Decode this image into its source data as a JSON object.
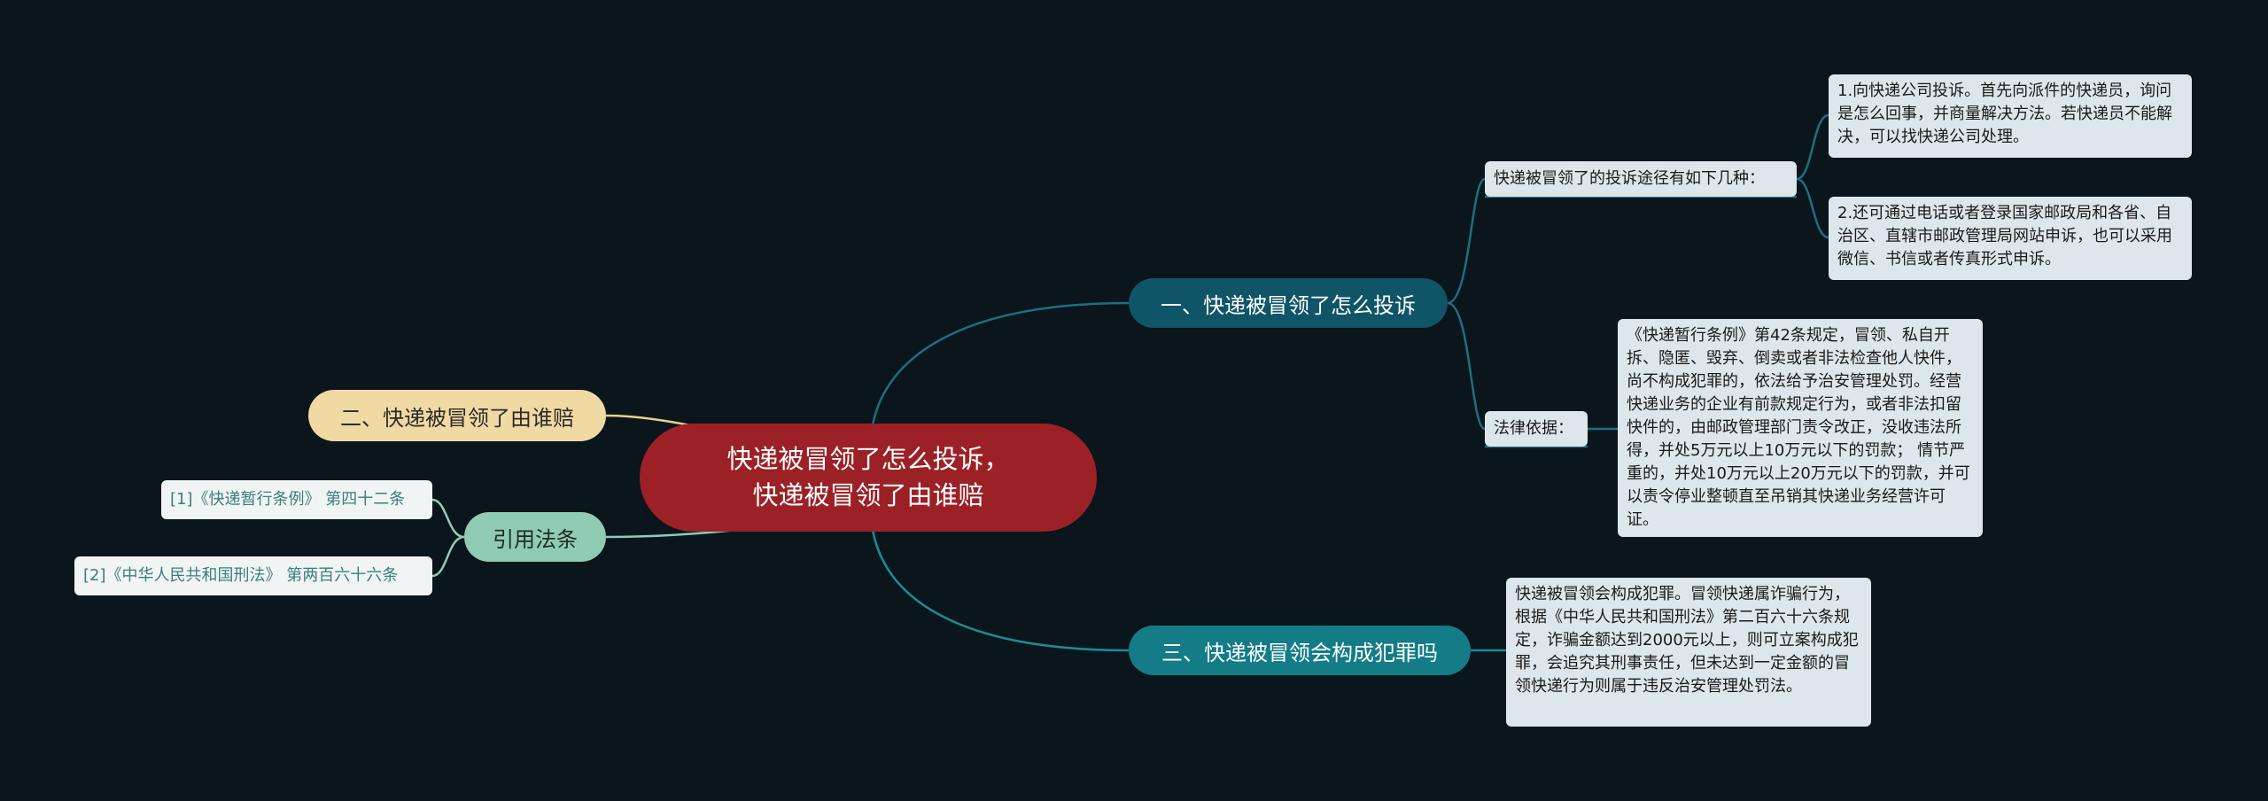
{
  "root": {
    "line1": "快递被冒领了怎么投诉，",
    "line2": "快递被冒领了由谁赔"
  },
  "branch1": {
    "label": "一、快递被冒领了怎么投诉",
    "child1": {
      "label": "快递被冒领了的投诉途径有如下几种：",
      "items": [
        "1.向快递公司投诉。首先向派件的快递员，询问是怎么回事，并商量解决方法。若快递员不能解决，可以找快递公司处理。",
        "2.还可通过电话或者登录国家邮政局和各省、自治区、直辖市邮政管理局网站申诉，也可以采用微信、书信或者传真形式申诉。"
      ]
    },
    "child2": {
      "label": "法律依据：",
      "text": "《快递暂行条例》第42条规定，冒领、私自开拆、隐匿、毁弃、倒卖或者非法检查他人快件，尚不构成犯罪的，依法给予治安管理处罚。经营快递业务的企业有前款规定行为，或者非法扣留快件的，由邮政管理部门责令改正，没收违法所得，并处5万元以上10万元以下的罚款； 情节严重的，并处10万元以上20万元以下的罚款，并可以责令停业整顿直至吊销其快递业务经营许可证。"
    }
  },
  "branch2": {
    "label": "二、快递被冒领了由谁赔"
  },
  "branch3": {
    "label": "三、快递被冒领会构成犯罪吗",
    "text": "快递被冒领会构成犯罪。冒领快递属诈骗行为，根据《中华人民共和国刑法》第二百六十六条规定，诈骗金额达到2000元以上，则可立案构成犯罪，会追究其刑事责任，但未达到一定金额的冒领快递行为则属于违反治安管理处罚法。"
  },
  "branch4": {
    "label": "引用法条",
    "items": [
      "[1]《快递暂行条例》 第四十二条",
      "[2]《中华人民共和国刑法》 第两百六十六条"
    ]
  },
  "colors": {
    "background": "#0b151c",
    "root": "#9c2126",
    "branch1": "#0f5567",
    "branch2": "#f0d9a2",
    "branch3": "#137c87",
    "branch4": "#90ccb4",
    "leaf": "#dde6ea"
  }
}
